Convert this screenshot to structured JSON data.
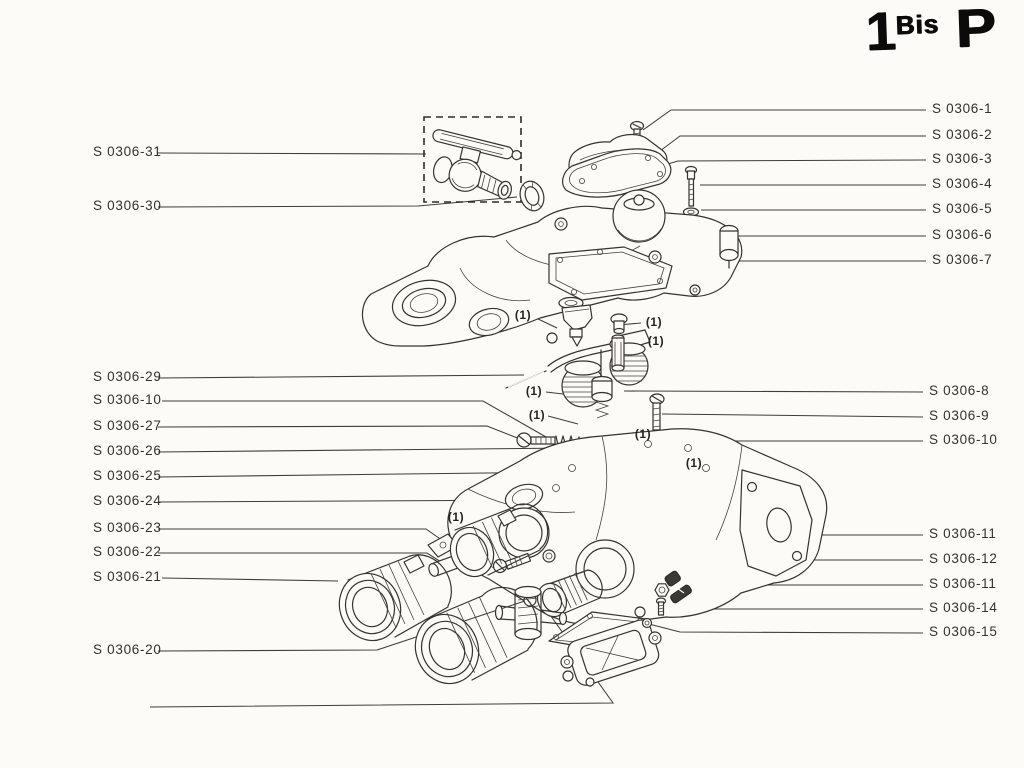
{
  "page": {
    "background": "#fcfbf8",
    "ink": "#33312e"
  },
  "plate_title": {
    "number": "1",
    "superscript": "Bis",
    "series_letter": "P"
  },
  "left_labels": [
    {
      "text": "S 0306-31"
    },
    {
      "text": "S 0306-30"
    },
    {
      "text": "S 0306-29"
    },
    {
      "text": "S 0306-10"
    },
    {
      "text": "S 0306-27"
    },
    {
      "text": "S 0306-26"
    },
    {
      "text": "S 0306-25"
    },
    {
      "text": "S 0306-24"
    },
    {
      "text": "S 0306-23"
    },
    {
      "text": "S 0306-22"
    },
    {
      "text": "S 0306-21"
    },
    {
      "text": "S 0306-20"
    }
  ],
  "right_labels": [
    {
      "text": "S 0306-1"
    },
    {
      "text": "S 0306-2"
    },
    {
      "text": "S 0306-3"
    },
    {
      "text": "S 0306-4"
    },
    {
      "text": "S 0306-5"
    },
    {
      "text": "S 0306-6"
    },
    {
      "text": "S 0306-7"
    },
    {
      "text": "S 0306-8"
    },
    {
      "text": "S 0306-9"
    },
    {
      "text": "S 0306-10"
    },
    {
      "text": "S 0306-11"
    },
    {
      "text": "S 0306-12"
    },
    {
      "text": "S 0306-11"
    },
    {
      "text": "S 0306-14"
    },
    {
      "text": "S 0306-15"
    }
  ],
  "quantity_callouts": [
    {
      "text": "(1)"
    },
    {
      "text": "(1)"
    },
    {
      "text": "(1)"
    },
    {
      "text": "(1)"
    },
    {
      "text": "(1)"
    },
    {
      "text": "(1)"
    },
    {
      "text": "(1)"
    },
    {
      "text": "(1)"
    }
  ]
}
